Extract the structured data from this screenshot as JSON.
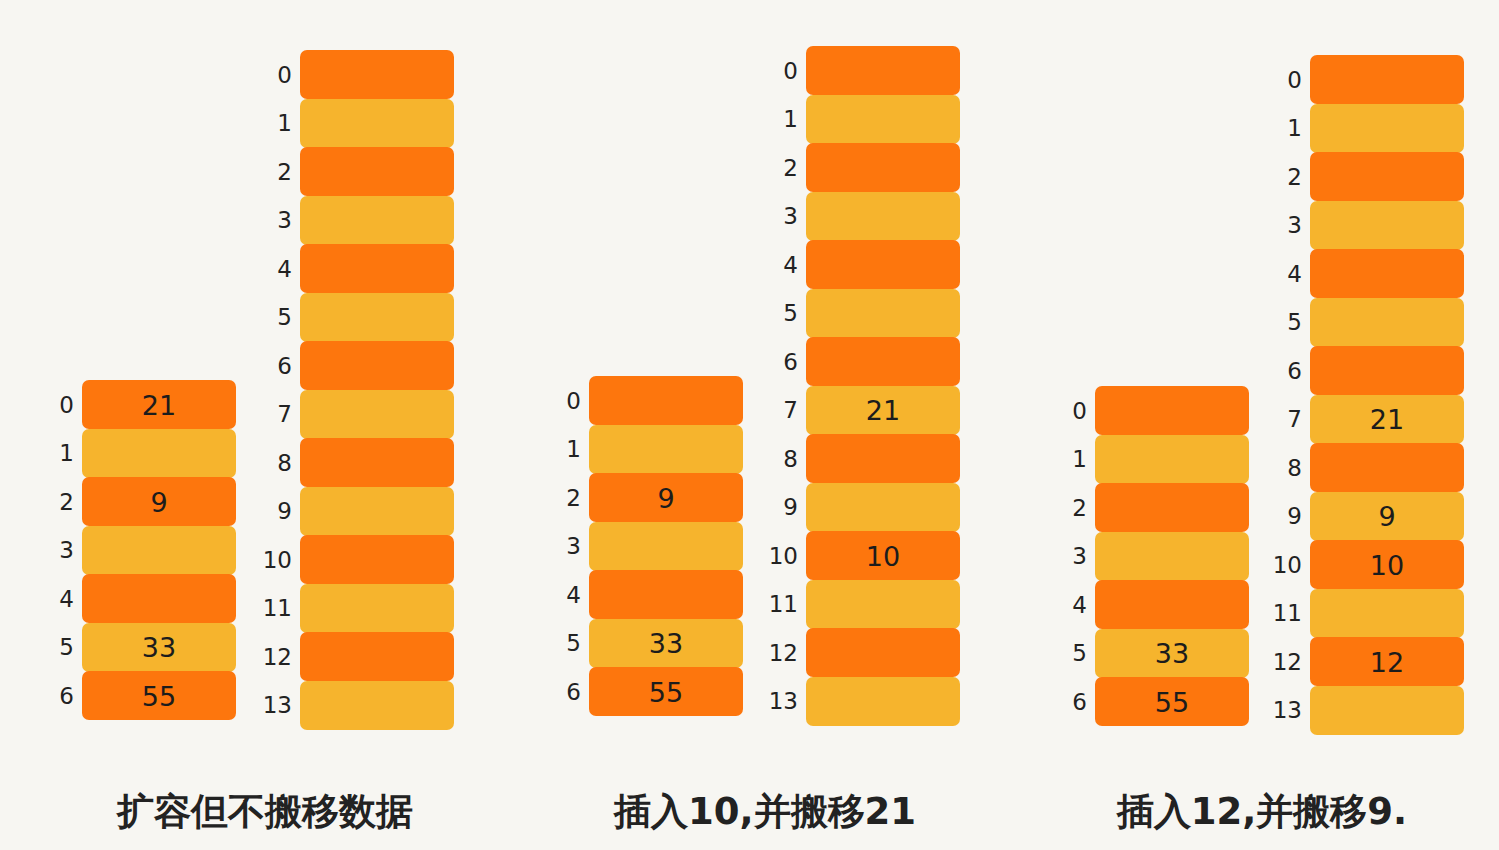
{
  "diagram": {
    "nodes": [
      {
        "text": [
          "0",
          "21"
        ]
      },
      {
        "text": [
          "1"
        ]
      },
      {
        "text": [
          "2",
          "9"
        ]
      },
      {
        "text": [
          "3"
        ]
      },
      {
        "text": [
          "4"
        ]
      },
      {
        "text": [
          "5",
          "33"
        ]
      },
      {
        "text": [
          "6",
          "55"
        ]
      },
      {
        "text": [
          "0"
        ]
      },
      {
        "text": [
          "1"
        ]
      },
      {
        "text": [
          "2"
        ]
      },
      {
        "text": [
          "3"
        ]
      },
      {
        "text": [
          "4"
        ]
      },
      {
        "text": [
          "5"
        ]
      },
      {
        "text": [
          "6"
        ]
      },
      {
        "text": [
          "7"
        ]
      },
      {
        "text": [
          "8"
        ]
      },
      {
        "text": [
          "9"
        ]
      },
      {
        "text": [
          "10"
        ]
      },
      {
        "text": [
          "11"
        ]
      },
      {
        "text": [
          "12"
        ]
      },
      {
        "text": [
          "13"
        ]
      },
      {
        "text": [
          "0"
        ]
      },
      {
        "text": [
          "1"
        ]
      },
      {
        "text": [
          "2",
          "9"
        ]
      },
      {
        "text": [
          "3"
        ]
      },
      {
        "text": [
          "4"
        ]
      },
      {
        "text": [
          "5",
          "33"
        ]
      },
      {
        "text": [
          "6",
          "55"
        ]
      },
      {
        "text": [
          "0"
        ]
      },
      {
        "text": [
          "1"
        ]
      },
      {
        "text": [
          "2"
        ]
      },
      {
        "text": [
          "3"
        ]
      },
      {
        "text": [
          "4"
        ]
      },
      {
        "text": [
          "5"
        ]
      },
      {
        "text": [
          "6"
        ]
      },
      {
        "text": [
          "7",
          "21"
        ]
      },
      {
        "text": [
          "8"
        ]
      },
      {
        "text": [
          "9"
        ]
      },
      {
        "text": [
          "10",
          "10"
        ]
      },
      {
        "text": [
          "11"
        ]
      },
      {
        "text": [
          "12"
        ]
      },
      {
        "text": [
          "13"
        ]
      },
      {
        "text": [
          "0"
        ]
      },
      {
        "text": [
          "1"
        ]
      },
      {
        "text": [
          "2"
        ]
      },
      {
        "text": [
          "3"
        ]
      },
      {
        "text": [
          "4"
        ]
      },
      {
        "text": [
          "5",
          "33"
        ]
      },
      {
        "text": [
          "6",
          "55"
        ]
      },
      {
        "text": [
          "0"
        ]
      },
      {
        "text": [
          "1"
        ]
      },
      {
        "text": [
          "2"
        ]
      },
      {
        "text": [
          "3"
        ]
      },
      {
        "text": [
          "4"
        ]
      },
      {
        "text": [
          "5"
        ]
      },
      {
        "text": [
          "6"
        ]
      },
      {
        "text": [
          "7",
          "21"
        ]
      },
      {
        "text": [
          "8"
        ]
      },
      {
        "text": [
          "9",
          "9"
        ]
      },
      {
        "text": [
          "10",
          "10"
        ]
      },
      {
        "text": [
          "11"
        ]
      },
      {
        "text": [
          "12",
          "12"
        ]
      },
      {
        "text": [
          "13"
        ]
      }
    ],
    "labels": [
      "扩容但不搬移数据",
      "插入10,并搬移21",
      "插入12,并搬移9."
    ]
  }
}
